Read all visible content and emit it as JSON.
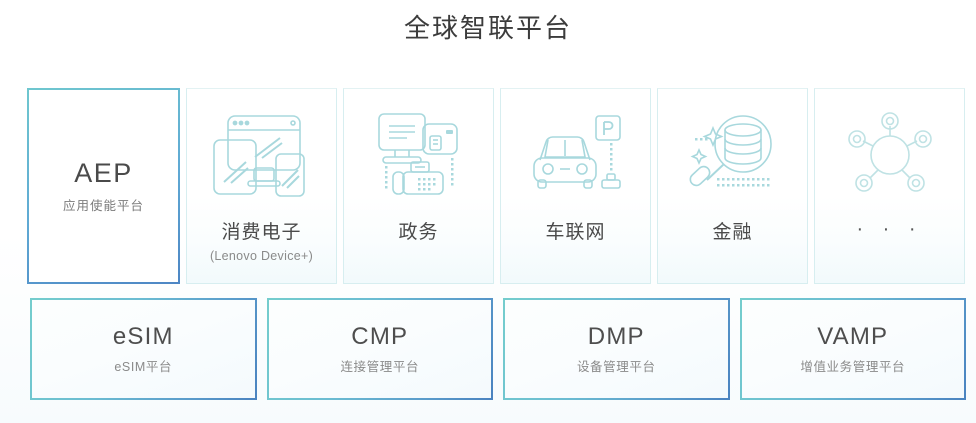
{
  "header": {
    "title": "全球智联平台"
  },
  "top_row": {
    "cards": [
      {
        "id": "aep",
        "accent": true,
        "icon": "none",
        "title": "AEP",
        "subtitle": "应用使能平台"
      },
      {
        "id": "consumer-electronics",
        "accent": false,
        "icon": "devices-icon",
        "title": "消费电子",
        "subtitle": "(Lenovo Device+)"
      },
      {
        "id": "government",
        "accent": false,
        "icon": "office-equipment-icon",
        "title": "政务",
        "subtitle": ""
      },
      {
        "id": "connected-vehicle",
        "accent": false,
        "icon": "car-parking-icon",
        "title": "车联网",
        "subtitle": ""
      },
      {
        "id": "finance",
        "accent": false,
        "icon": "magnifier-database-icon",
        "title": "金融",
        "subtitle": ""
      },
      {
        "id": "more",
        "accent": false,
        "icon": "network-hub-icon",
        "title": "· · ·",
        "subtitle": ""
      }
    ]
  },
  "bottom_row": {
    "cards": [
      {
        "id": "esim",
        "title": "eSIM",
        "subtitle": "eSIM平台"
      },
      {
        "id": "cmp",
        "title": "CMP",
        "subtitle": "连接管理平台"
      },
      {
        "id": "dmp",
        "title": "DMP",
        "subtitle": "设备管理平台"
      },
      {
        "id": "vamp",
        "title": "VAMP",
        "subtitle": "增值业务管理平台"
      }
    ]
  },
  "colors": {
    "accent_border_start": "#6fc7cf",
    "accent_border_end": "#4d86c4",
    "card_border": "#d7eef0",
    "icon_stroke": "#a8d8dd",
    "title_text": "#3c3c3c",
    "body_text": "#4a4a4a",
    "sub_text": "#8a8a8a",
    "background": "#ffffff"
  }
}
